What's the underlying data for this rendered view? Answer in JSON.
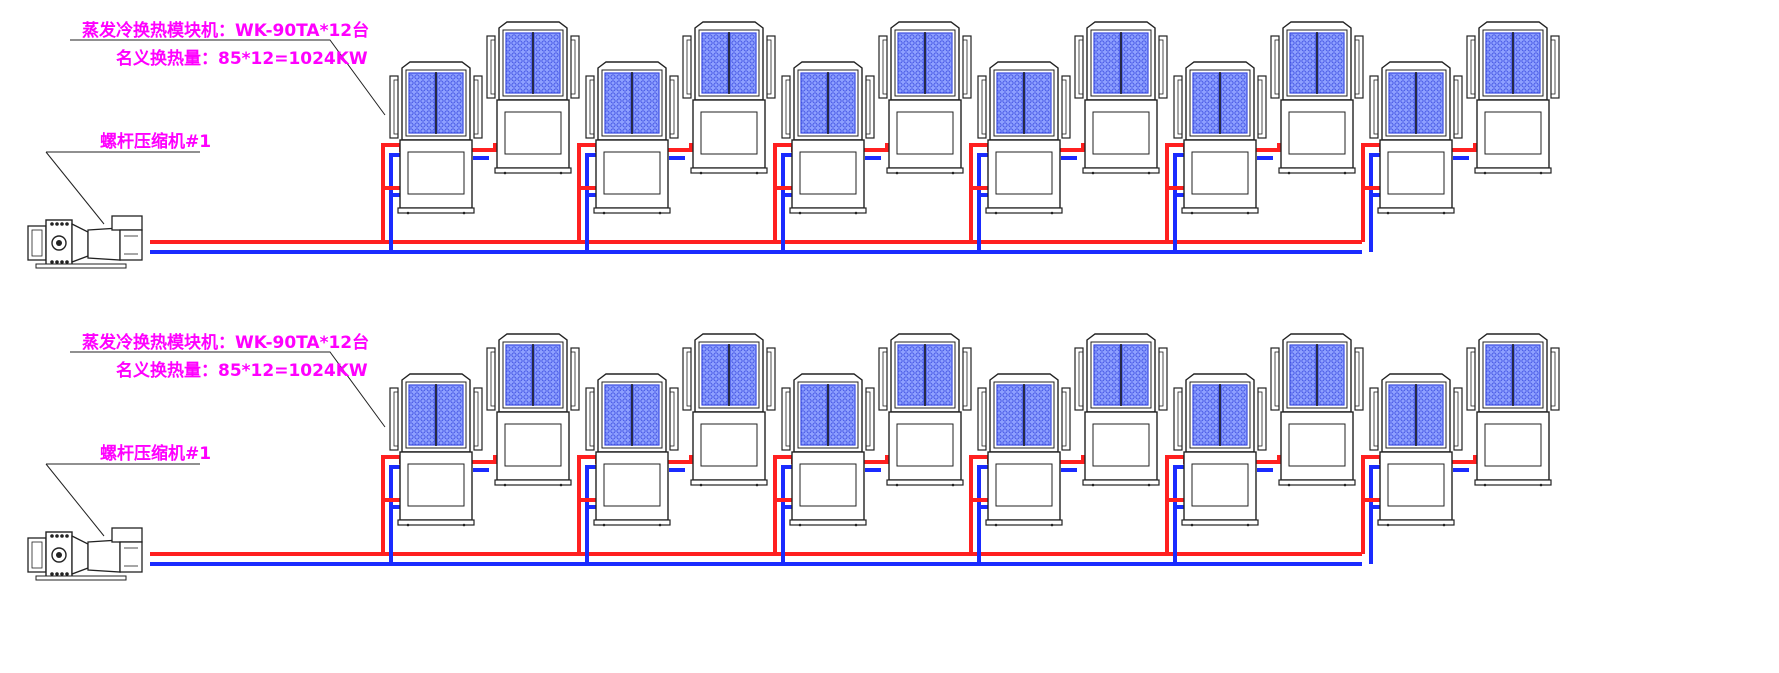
{
  "colors": {
    "supply_pipe": "#ff2020",
    "return_pipe": "#1a2bff",
    "annotation": "#ff00ff",
    "outline": "#222222",
    "coil_fill": "#8ea0ff",
    "coil_mesh": "#3a4be0"
  },
  "icons": {
    "compressor": "screw-compressor-icon",
    "module": "evaporative-condenser-module-icon"
  },
  "systems": [
    {
      "unit_label": "蒸发冷换热模块机：WK-90TA*12台",
      "capacity_label": "名义换热量：85*12=1024KW",
      "compressor_label": "螺杆压缩机#1",
      "module_count": 12
    },
    {
      "unit_label": "蒸发冷换热模块机：WK-90TA*12台",
      "capacity_label": "名义换热量：85*12=1024KW",
      "compressor_label": "螺杆压缩机#1",
      "module_count": 12
    }
  ]
}
